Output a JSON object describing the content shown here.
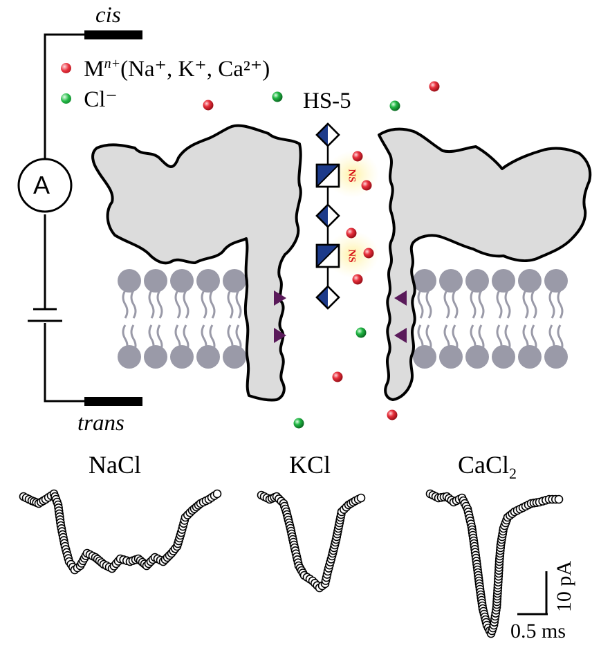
{
  "labels": {
    "cis": "cis",
    "trans": "trans",
    "ammeter": "A",
    "cation_symbol": "M",
    "cation_charge": "n+",
    "cation_list": "(Na⁺, K⁺, Ca²⁺)",
    "chloride": "Cl⁻",
    "peptide": "HS-5",
    "ns_upper": "NS",
    "ns_lower": "NS"
  },
  "traces": [
    {
      "name": "NaCl",
      "label": "NaCl"
    },
    {
      "name": "KCl",
      "label": "KCl"
    },
    {
      "name": "CaCl2",
      "label_main": "CaCl",
      "label_sub": "2"
    }
  ],
  "scale_bar": {
    "current": "10 pA",
    "time": "0.5 ms"
  },
  "colors": {
    "cation": "#e02030",
    "chloride": "#1aa83a",
    "protein": "#dcdcdc",
    "lipid": "#9a9aa8",
    "peptide_blue": "#1c3a8a",
    "marker": "#5a1a5a",
    "ns_text": "#d6101a",
    "ns_glow": "#fff6b0"
  }
}
